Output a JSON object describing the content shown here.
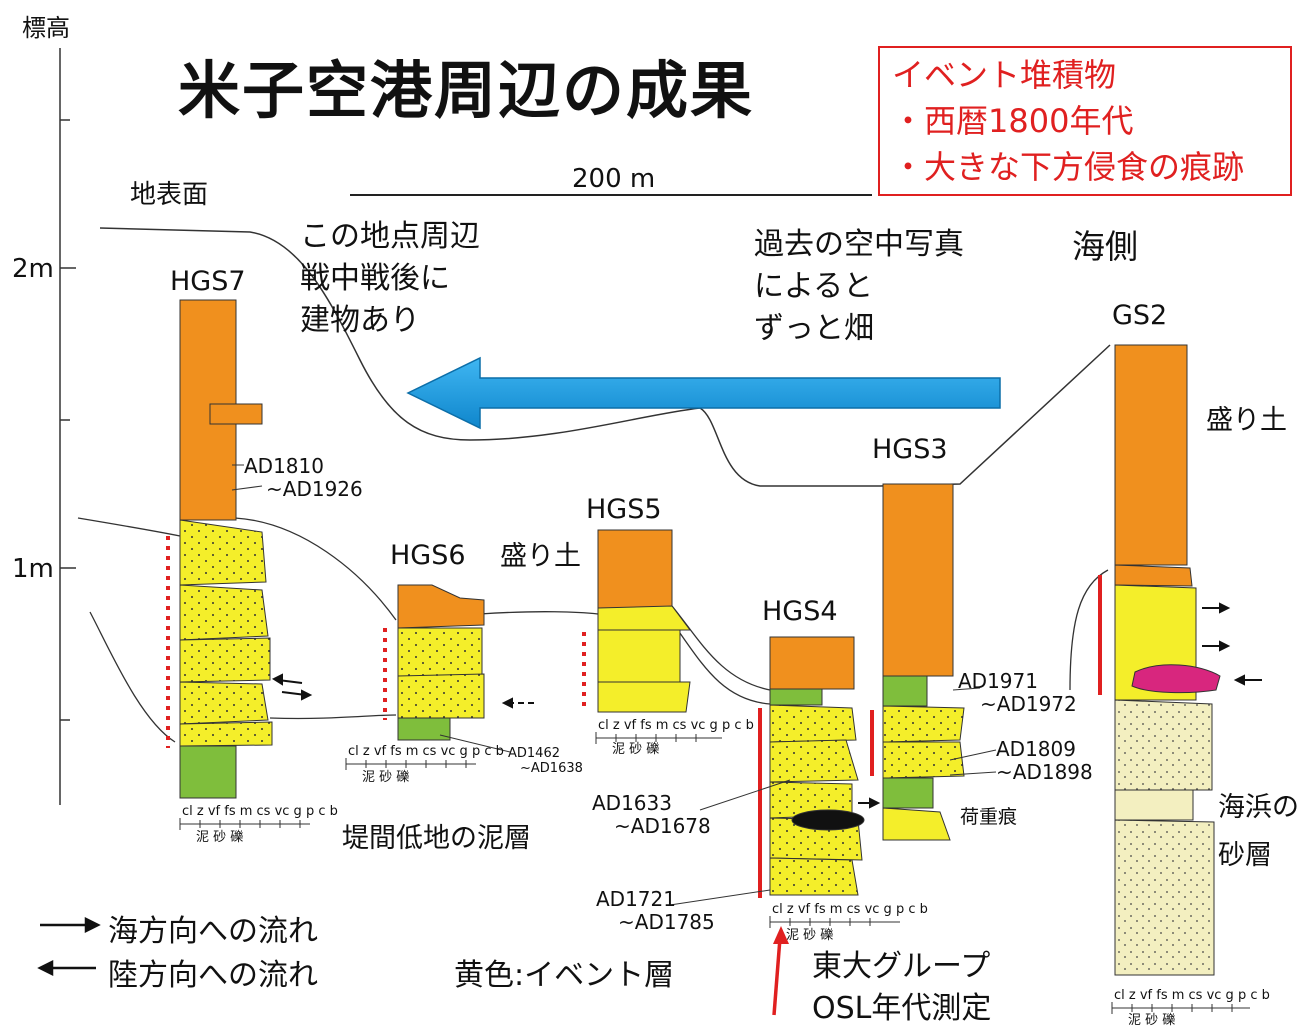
{
  "title": "米子空港周辺の成果",
  "axis": {
    "label": "標高",
    "ticks": [
      "2m",
      "1m"
    ]
  },
  "surface_label": "地表面",
  "scale_label": "200 m",
  "event_box": {
    "heading": "イベント堆積物",
    "line1": "・西暦1800年代",
    "line2": "・大きな下方侵食の痕跡"
  },
  "notes": {
    "buildings": [
      "この地点周辺",
      "戦中戦後に",
      "建物あり"
    ],
    "photos": [
      "過去の空中写真",
      "によると",
      "ずっと畑"
    ],
    "sea_side": "海側",
    "fill_hgs5": "盛り土",
    "fill_gs2": "盛り土",
    "beach_sand": [
      "海浜の",
      "砂層"
    ],
    "mud_layer": "堤間低地の泥層",
    "load_cast": "荷重痕"
  },
  "columns": [
    "HGS7",
    "HGS6",
    "HGS5",
    "HGS4",
    "HGS3",
    "GS2"
  ],
  "ages": {
    "hgs7": [
      "AD1810",
      "~AD1926"
    ],
    "hgs6": [
      "AD1462",
      "~AD1638"
    ],
    "hgs4_mid": [
      "AD1633",
      "~AD1678"
    ],
    "hgs4_low": [
      "AD1721",
      "~AD1785"
    ],
    "hgs3_top": [
      "AD1971",
      "~AD1972"
    ],
    "hgs3_mid": [
      "AD1809",
      "~AD1898"
    ]
  },
  "grain_scale": {
    "codes": "cl z vf fs m cs vc g p c b",
    "groups": "泥   砂   礫"
  },
  "legend": {
    "seaward": "海方向への流れ",
    "landward": "陸方向への流れ",
    "yellow": "黄色:イベント層"
  },
  "osl": [
    "東大グループ",
    "OSL年代測定"
  ],
  "colors": {
    "fill_orange": "#f0901e",
    "event_yellow": "#f4ee2a",
    "mud_green": "#7fbe3c",
    "beach_sand": "#f3efc0",
    "arrow_blue": "#1a9ae0",
    "accent_red": "#e02020",
    "magenta": "#d8267e"
  }
}
